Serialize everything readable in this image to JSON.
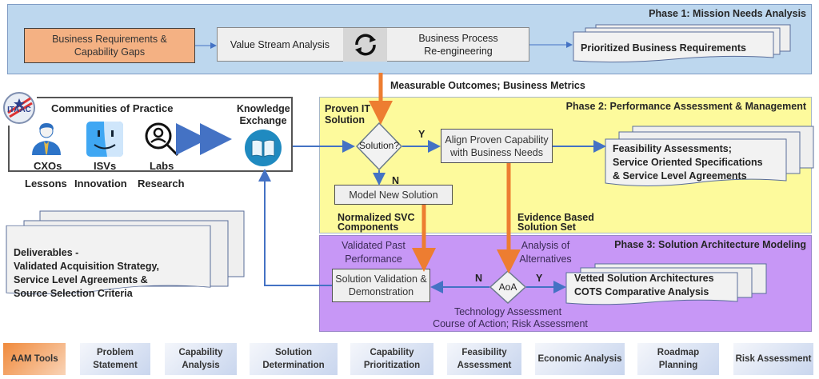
{
  "phase1": {
    "title": "Phase 1: Mission Needs Analysis",
    "business_requirements": "Business Requirements & Capability Gaps",
    "value_stream": "Value Stream Analysis",
    "business_process": "Business Process Re-engineering",
    "prioritized": "Prioritized Business Requirements",
    "cycle_icon": "refresh-cycle-icon"
  },
  "flow_labels": {
    "measurable_outcomes": "Measurable Outcomes; Business Metrics",
    "normalized_svc": "Normalized SVC Components",
    "evidence_based": "Evidence Based Solution Set"
  },
  "communities": {
    "logo_text": "ITAAC",
    "title": "Communities of Practice",
    "members": [
      {
        "label": "CXOs",
        "caption": "Lessons",
        "icon": "executive-person-icon"
      },
      {
        "label": "ISVs",
        "caption": "Innovation",
        "icon": "finder-face-icon"
      },
      {
        "label": "Labs",
        "caption": "Research",
        "icon": "magnifier-person-icon"
      }
    ],
    "knowledge_exchange": "Knowledge Exchange"
  },
  "phase2": {
    "title": "Phase 2: Performance Assessment & Management",
    "proven_it": "Proven IT Solution",
    "decision": "Solution?",
    "yes": "Y",
    "no": "N",
    "align": "Align Proven Capability with Business Needs",
    "model_new": "Model New Solution",
    "feasibility": [
      "Feasibility Assessments;",
      "Service Oriented Specifications",
      "& Service Level Agreements"
    ]
  },
  "phase3": {
    "title": "Phase 3: Solution Architecture Modeling",
    "validated_past": "Validated Past Performance",
    "analysis_alt": "Analysis of Alternatives",
    "validation": "Solution Validation & Demonstration",
    "decision": "AoA",
    "yes": "Y",
    "no": "N",
    "vetted": [
      "Vetted Solution Architectures",
      "COTS Comparative Analysis"
    ],
    "tech_assessment": "Technology Assessment",
    "course_of_action": "Course of Action; Risk Assessment"
  },
  "deliverables": [
    "Deliverables -",
    "Validated Acquisition Strategy,",
    "Service Level Agreements &",
    "Source Selection Criteria"
  ],
  "tools": [
    {
      "label": "AAM Tools",
      "active": true
    },
    {
      "label": "Problem Statement",
      "active": false
    },
    {
      "label": "Capability Analysis",
      "active": false
    },
    {
      "label": "Solution Determination",
      "active": false
    },
    {
      "label": "Capability Prioritization",
      "active": false
    },
    {
      "label": "Feasibility Assessment",
      "active": false
    },
    {
      "label": "Economic Analysis",
      "active": false
    },
    {
      "label": "Roadmap Planning",
      "active": false
    },
    {
      "label": "Risk Assessment",
      "active": false
    }
  ],
  "colors": {
    "phase1_bg": "#bdd7ee",
    "phase2_bg": "#fdfa9c",
    "phase3_bg": "#c797f6",
    "orange_arrow": "#ed7d31",
    "blue_arrow": "#4472c4",
    "active_tool": "#f08a3c"
  }
}
